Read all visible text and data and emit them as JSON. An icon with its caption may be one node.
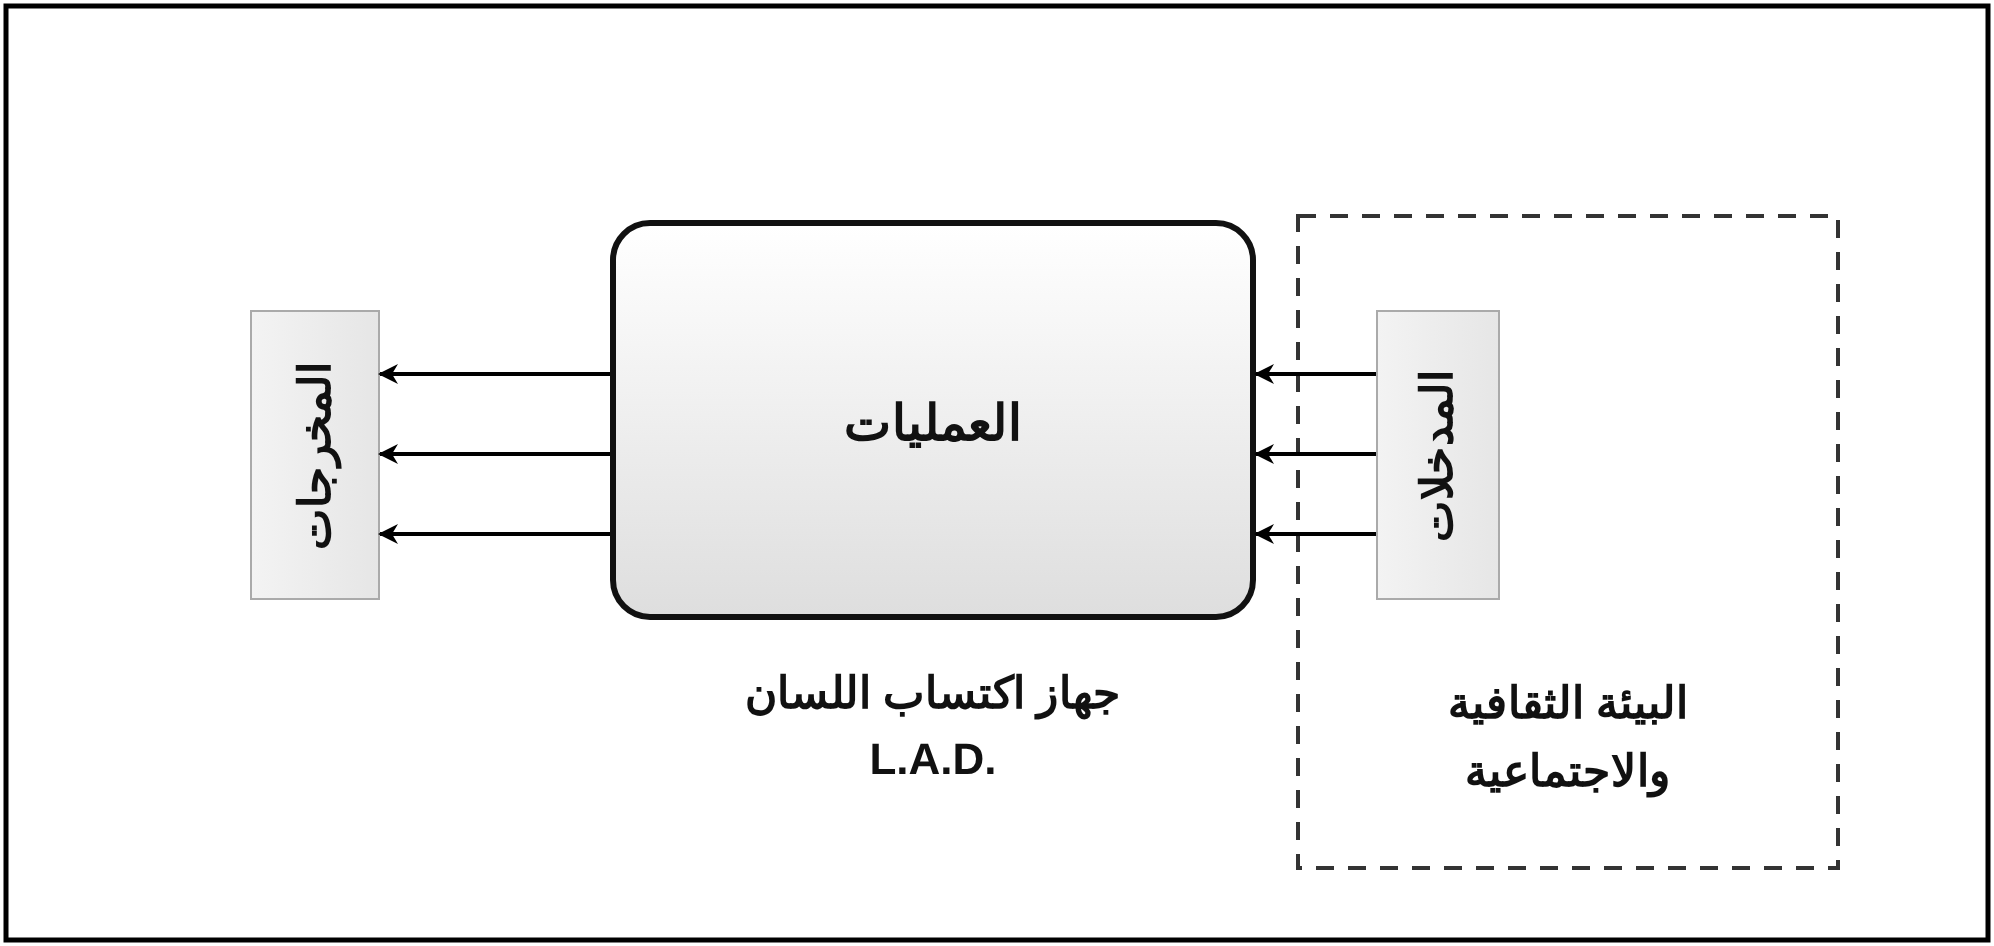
{
  "diagram": {
    "nodes": [
      {
        "text": [
          "البيئة الثقافية والاجتماعية"
        ]
      },
      {
        "text": [
          "المدخلات"
        ],
        "in": 0
      },
      {
        "text": [
          "العمليات"
        ],
        "beside": [
          "جهاز اكتساب اللسان",
          "L.A.D."
        ]
      },
      {
        "text": [
          "المخرجات"
        ]
      }
    ],
    "edges": [
      {
        "from": 1,
        "to": 2,
        "arrow": "to"
      },
      {
        "from": 1,
        "to": 2,
        "arrow": "to"
      },
      {
        "from": 1,
        "to": 2,
        "arrow": "to"
      },
      {
        "from": 2,
        "to": 3,
        "arrow": "to"
      },
      {
        "from": 2,
        "to": 3,
        "arrow": "to"
      },
      {
        "from": 2,
        "to": 3,
        "arrow": "to"
      }
    ]
  }
}
